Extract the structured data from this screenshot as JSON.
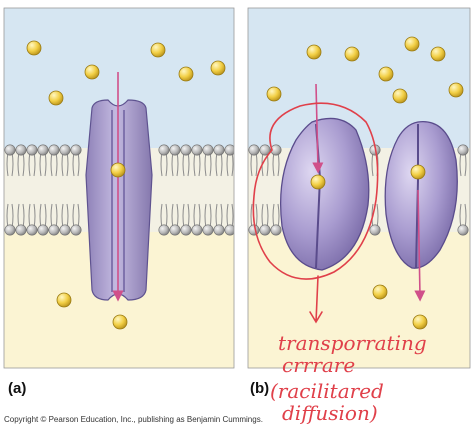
{
  "panels": {
    "a": {
      "label": "(a)"
    },
    "b": {
      "label": "(b)"
    }
  },
  "annotation": {
    "lines": [
      "transporrating",
      "crrrare",
      "(racilitared",
      "diffusion)"
    ],
    "ink_color": "#e0404a"
  },
  "copyright": "Copyright © Pearson Education, Inc., publishing as Benjamin Cummings.",
  "colors": {
    "extracellular": "#d6e6f2",
    "cytoplasm": "#fbf4d3",
    "lipid_head": "#a8a8a8",
    "protein": "#a79ac9",
    "solute": "#f2cf45",
    "arrow": "#d0508a"
  }
}
